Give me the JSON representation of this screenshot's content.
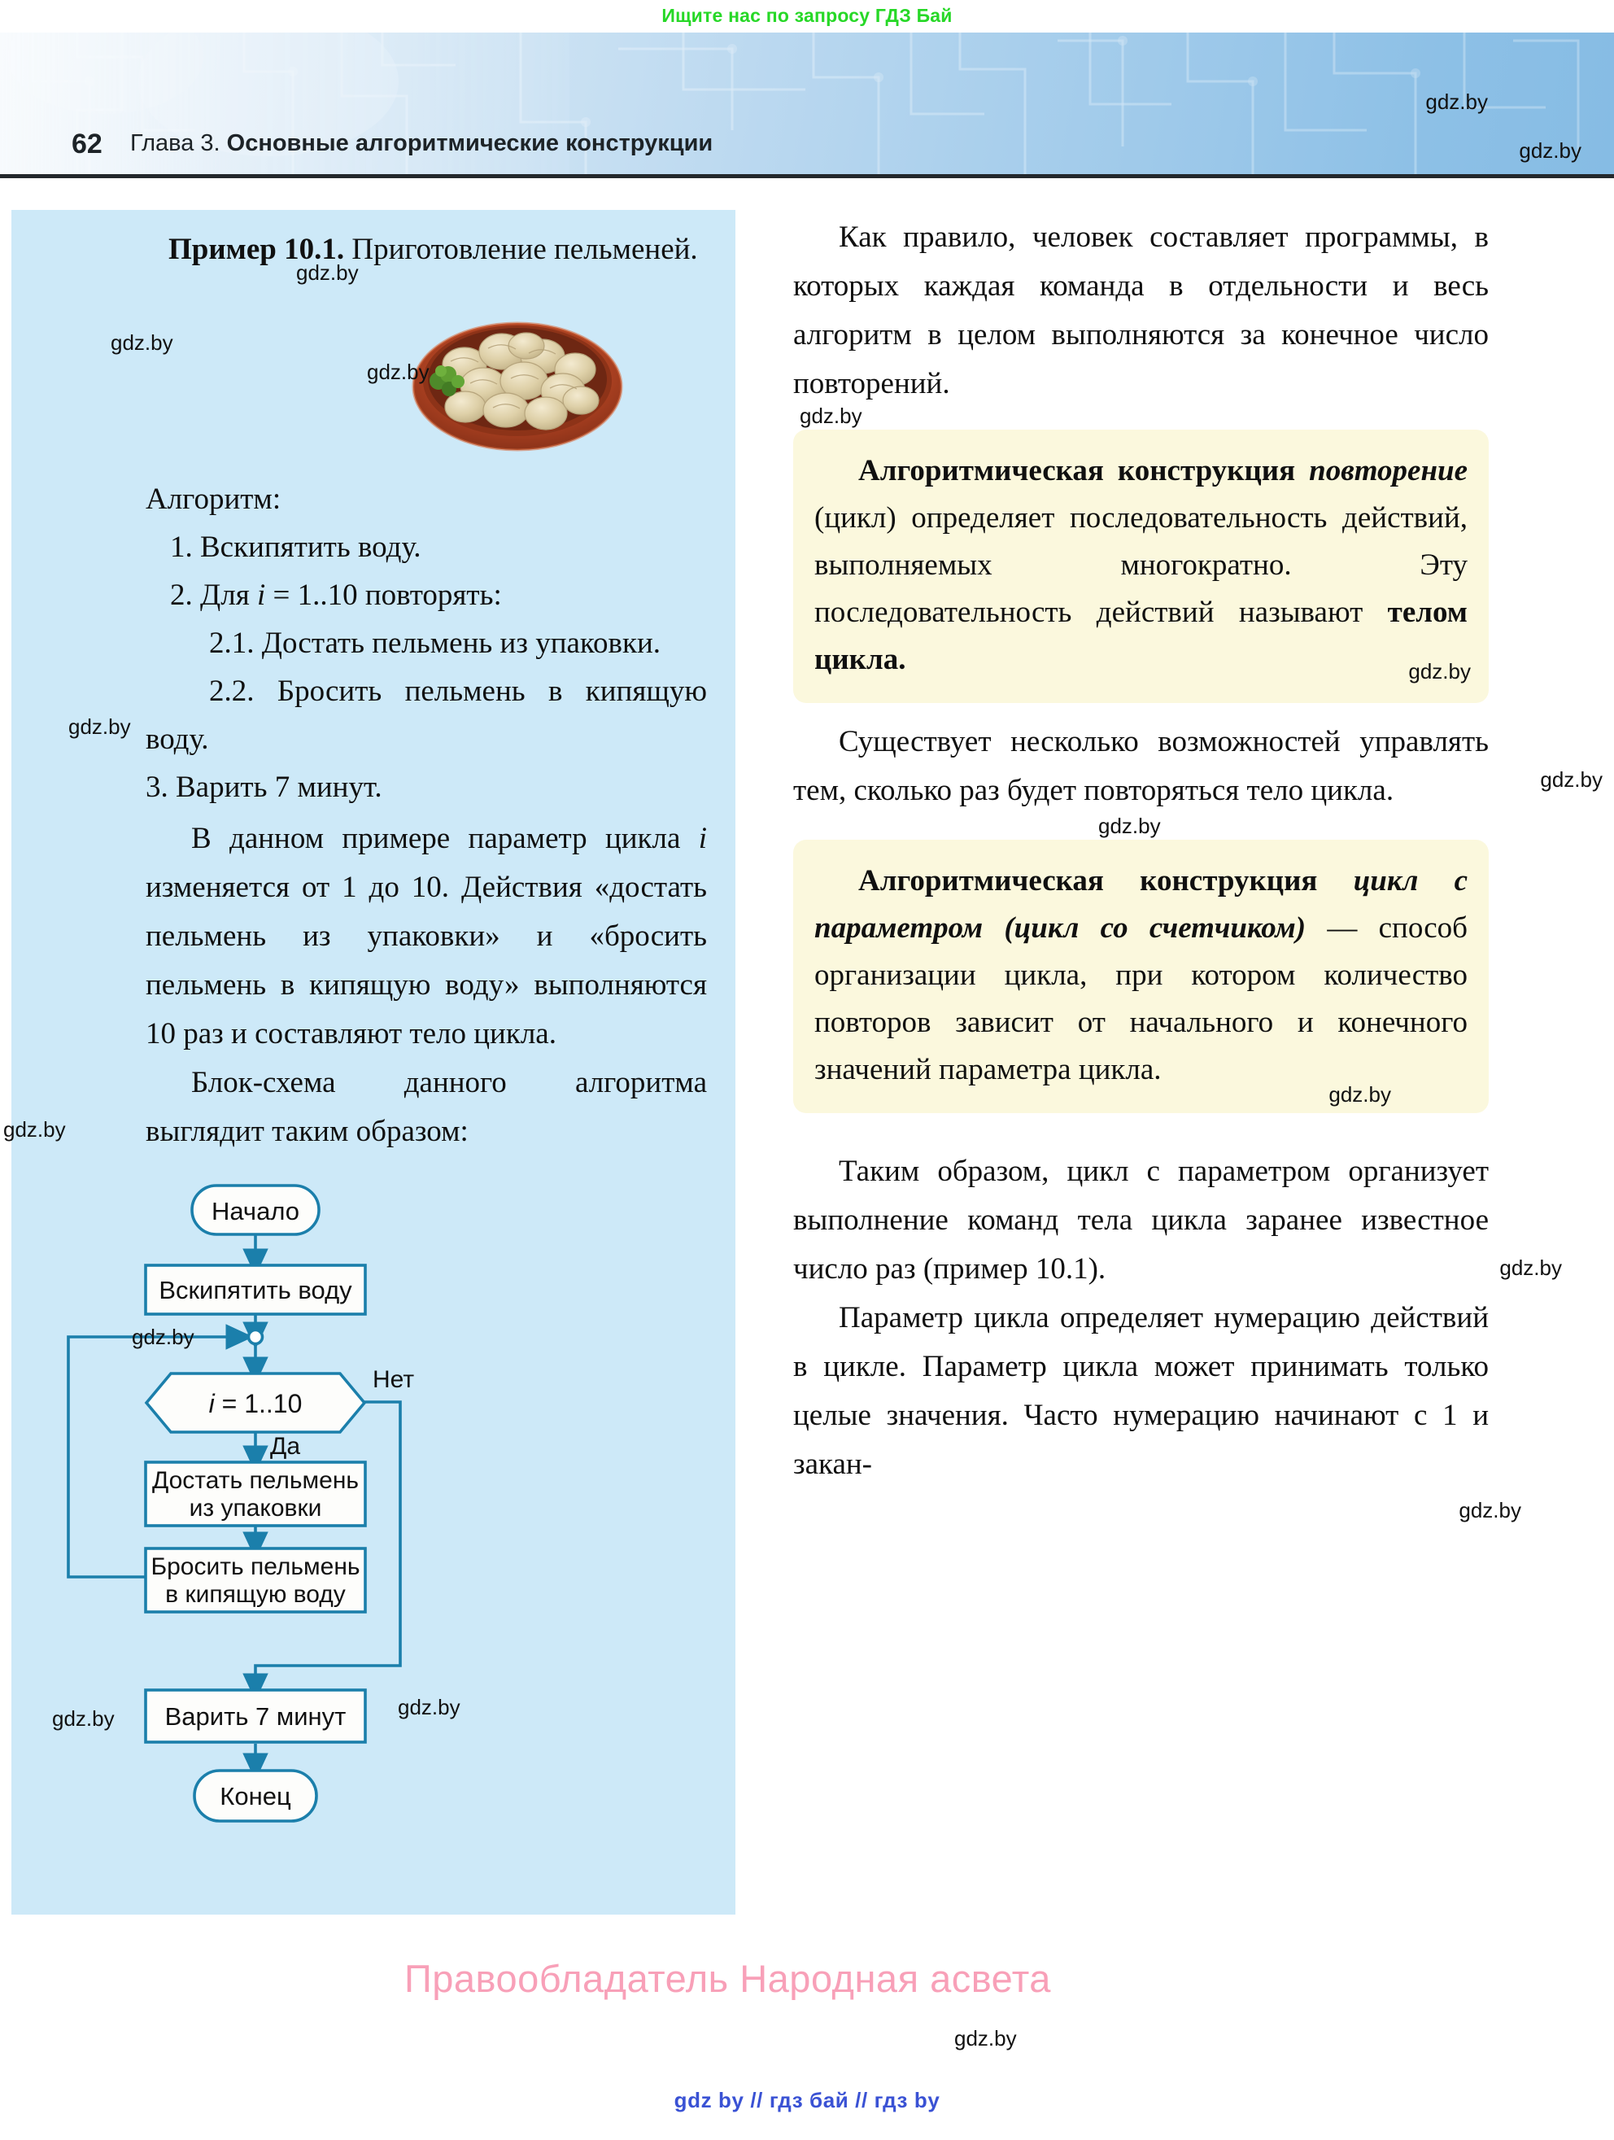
{
  "banner": {
    "text": "Ищите нас по запросу ГДЗ Бай"
  },
  "header": {
    "page_number": "62",
    "chapter_prefix": "Глава 3.",
    "chapter_title": "Основные алгоритмические конструкции"
  },
  "left_column": {
    "example_label": "Пример 10.1.",
    "example_title": "Приготовление пельменей.",
    "algorithm_label": "Алгоритм:",
    "algorithm_steps": [
      "1. Вскипятить воду.",
      "2. Для i = 1..10 повторять:",
      "2.1. Достать пельмень из упаковки.",
      "2.2. Бросить пельмень в кипящую воду.",
      "3. Варить 7 минут."
    ],
    "paragraph_1": "В данном примере параметр цикла i изменяется от 1 до 10. Действия «достать пельмень из упаковки» и «бросить пельмень в кипящую воду» выполняются 10 раз и составляют тело цикла.",
    "paragraph_2": "Блок-схема данного алгоритма выглядит таким образом:"
  },
  "flowchart": {
    "nodes": [
      {
        "id": "start",
        "shape": "terminator",
        "label": "Начало"
      },
      {
        "id": "boil",
        "shape": "process",
        "label": "Вскипятить воду"
      },
      {
        "id": "loop",
        "shape": "decision",
        "label": "i = 1..10"
      },
      {
        "id": "take",
        "shape": "process",
        "label_line1": "Достать пельмень",
        "label_line2": "из упаковки"
      },
      {
        "id": "throw",
        "shape": "process",
        "label_line1": "Бросить пельмень",
        "label_line2": "в кипящую воду"
      },
      {
        "id": "cook",
        "shape": "process",
        "label": "Варить 7 минут"
      },
      {
        "id": "end",
        "shape": "terminator",
        "label": "Конец"
      }
    ],
    "branch_yes": "Да",
    "branch_no": "Нет",
    "line_color": "#1b7fab",
    "fill_color": "#fdfdfb"
  },
  "right_column": {
    "paragraph_1": "Как правило, человек составляет программы, в которых каждая команда в отдельности и весь алгоритм в целом выполняются за конечное число повторений.",
    "definition_1": {
      "lead": "Алгоритмическая конструкция",
      "term": "повторение",
      "after_term": "(цикл) определяет последовательность действий, выполняемых многократно. Эту последовательность действий называют",
      "bold_tail": "телом цикла."
    },
    "paragraph_2": "Существует несколько возможностей управлять тем, сколько раз будет повторяться тело цикла.",
    "definition_2": {
      "lead": "Алгоритмическая конструкция",
      "term": "цикл с параметром (цикл со счетчиком)",
      "after_term": "— способ организации цикла, при котором количество повторов зависит от начального и конечного значений параметра цикла."
    },
    "paragraph_3": "Таким образом, цикл с параметром организует выполнение команд тела цикла заранее известное число раз (пример 10.1).",
    "paragraph_4": "Параметр цикла определяет нумерацию действий в цикле. Параметр цикла может принимать только целые значения. Часто нумерацию начинают с 1 и закан-"
  },
  "watermarks": {
    "site": "gdz.by",
    "copyright": "Правообладатель Народная асвета",
    "footer": "gdz by  //  гдз бай  //  гдз by"
  },
  "colors": {
    "banner_green": "#27d827",
    "left_panel_blue": "#cde9f8",
    "definition_yellow": "#fbf8dd",
    "flow_line": "#1b7fab",
    "pink_watermark": "#f8a0b8",
    "footer_blue": "#3a52d4"
  }
}
